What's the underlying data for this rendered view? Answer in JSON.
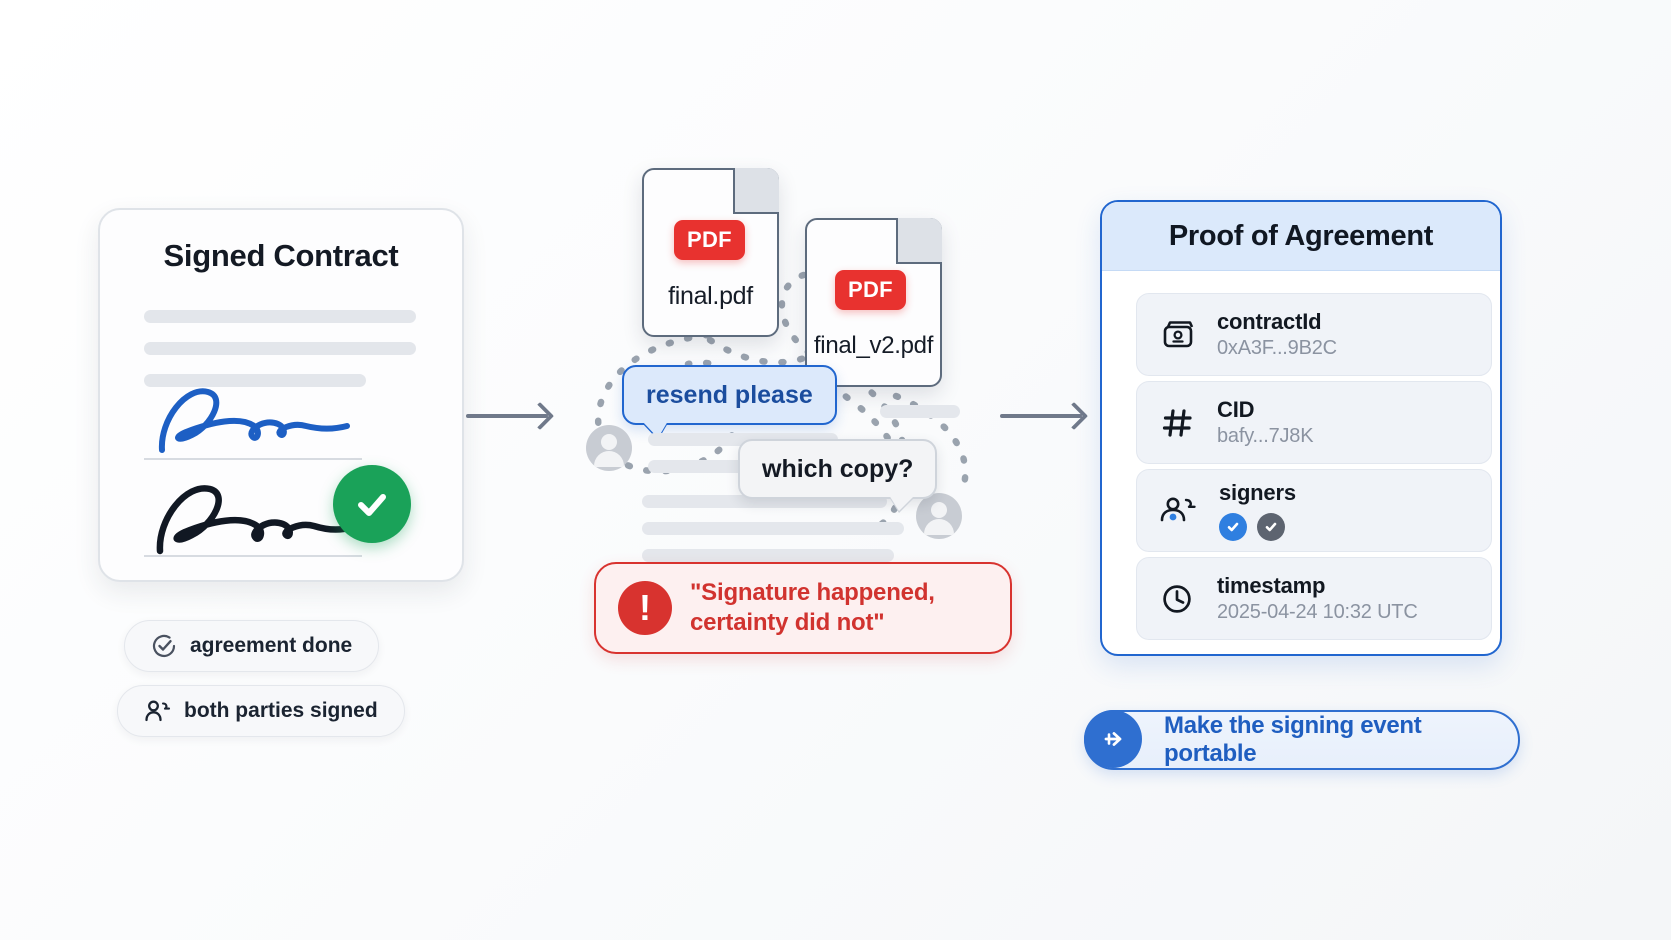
{
  "left": {
    "card_title": "Signed Contract",
    "status_badge_icon": "green-check-circle-icon",
    "pills": [
      {
        "icon": "check-circle-outline-icon",
        "label": "agreement done"
      },
      {
        "icon": "two-people-icon",
        "label": "both parties signed"
      }
    ]
  },
  "middle": {
    "documents": [
      {
        "tag": "PDF",
        "name": "final.pdf"
      },
      {
        "tag": "PDF",
        "name": "final_v2.pdf"
      }
    ],
    "bubbles": [
      {
        "text": "resend please",
        "variant": "blue"
      },
      {
        "text": "which copy?",
        "variant": "grey"
      }
    ],
    "alert": {
      "icon": "exclamation-circle-icon",
      "mark": "!",
      "line1": "\"Signature happened,",
      "line2": "certainty did not\""
    }
  },
  "right": {
    "card_title": "Proof of Agreement",
    "rows": [
      {
        "icon": "contract-card-icon",
        "key": "contractId",
        "value": "0xA3F...9B2C"
      },
      {
        "icon": "hash-icon",
        "key": "CID",
        "value": "bafy...7J8K"
      },
      {
        "icon": "signers-people-icon",
        "key": "signers",
        "value": "",
        "signers": [
          {
            "state": "verified",
            "color": "#2f7fe0"
          },
          {
            "state": "verified",
            "color": "#5d6470"
          }
        ]
      },
      {
        "icon": "clock-icon",
        "key": "timestamp",
        "value": "2025-04-24 10:32 UTC"
      }
    ],
    "cta": {
      "icon": "arrow-right-circle-icon",
      "label": "Make the signing event portable"
    }
  },
  "colors": {
    "accent_blue": "#2166cf",
    "alert_red": "#d8332f",
    "pdf_red": "#e8322f",
    "success_green": "#1aa259",
    "ink": "#141a24",
    "muted": "#8b93a1"
  }
}
